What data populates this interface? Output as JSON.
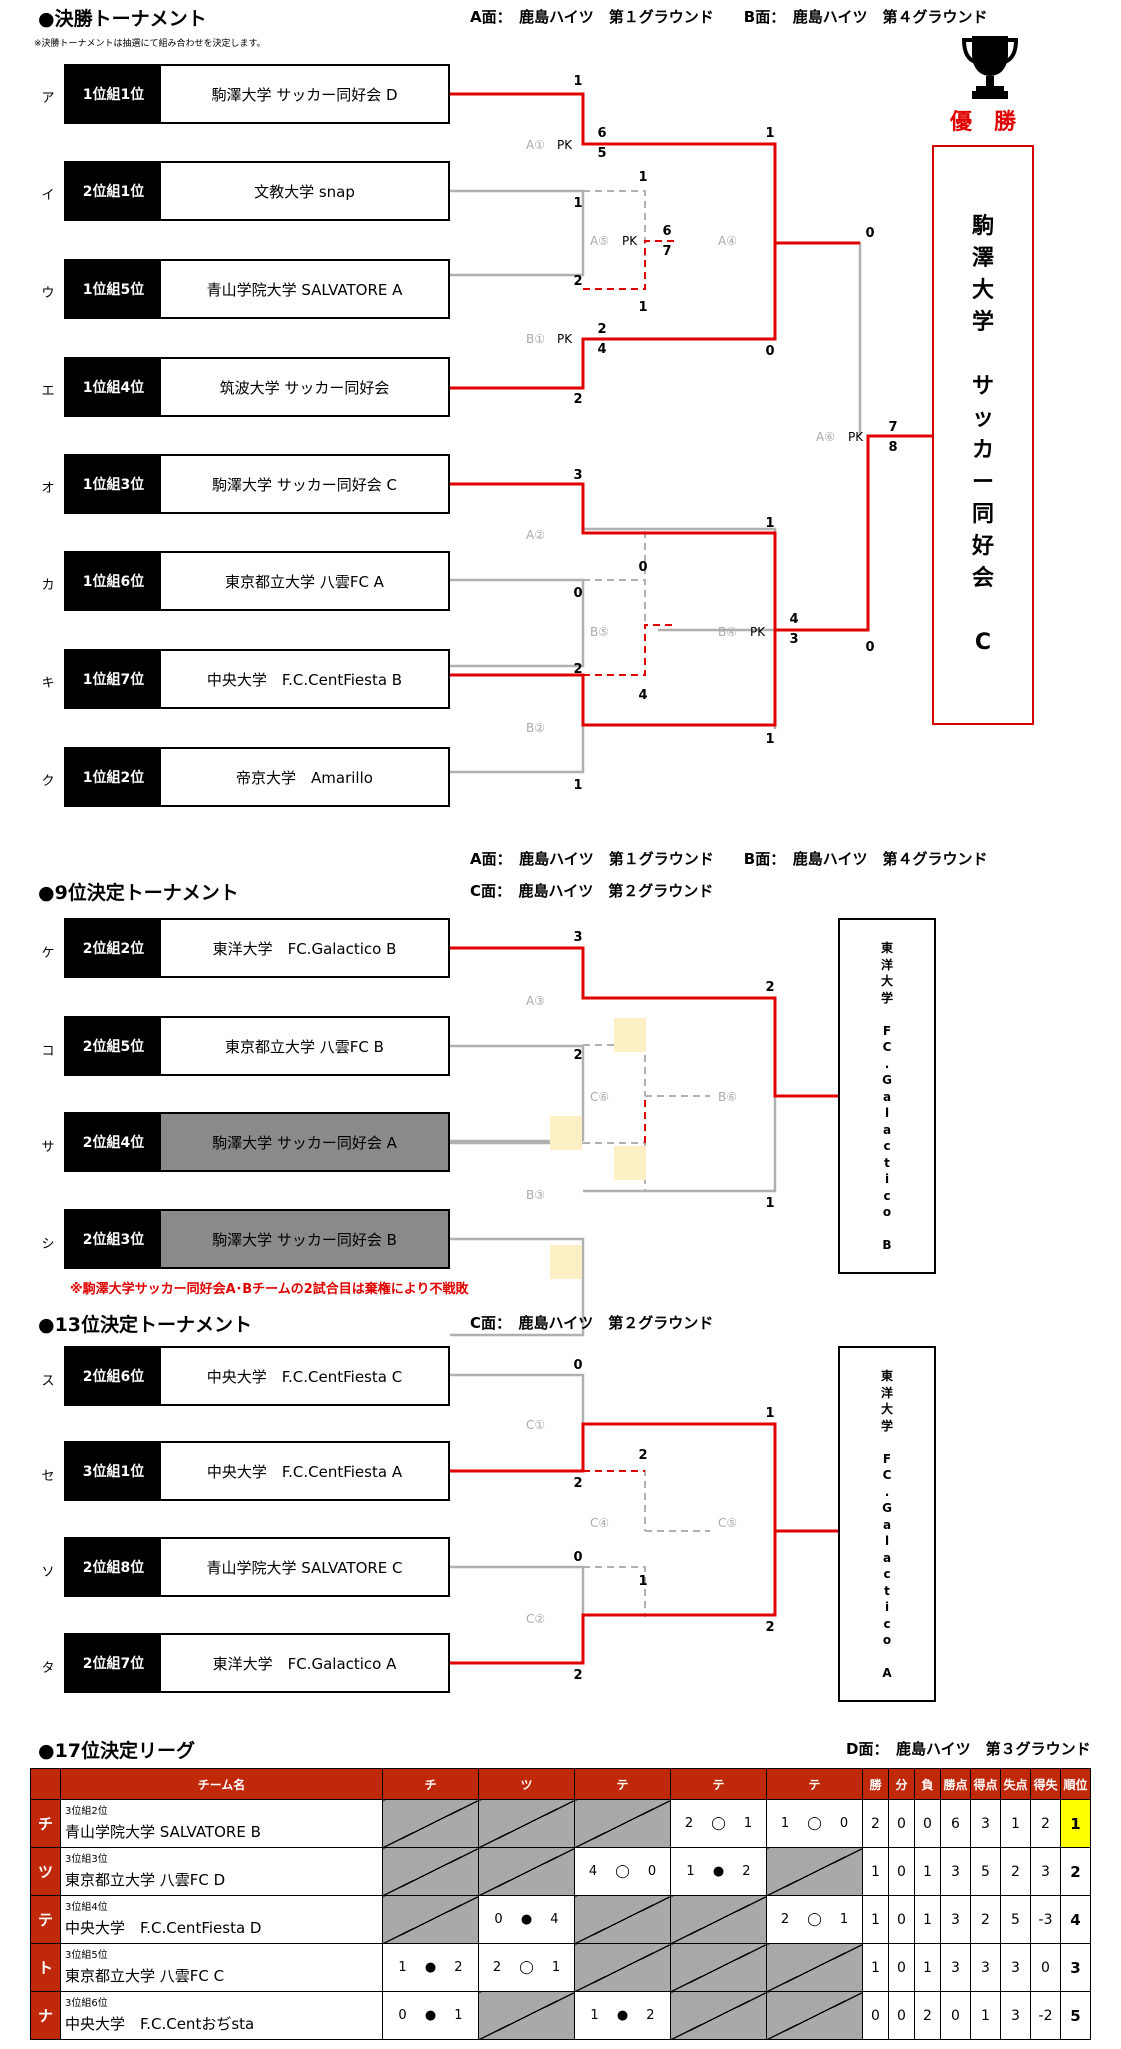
{
  "final": {
    "title": "●決勝トーナメント",
    "venue": "A面：　鹿島ハイツ　第１グラウンド　　B面：　鹿島ハイツ　第４グラウンド",
    "note": "※決勝トーナメントは抽選にて組み合わせを決定します。",
    "teams": [
      {
        "kana": "ア",
        "seed": "1位組1位",
        "name": "駒澤大学 サッカー同好会 D"
      },
      {
        "kana": "イ",
        "seed": "2位組1位",
        "name": "文教大学 snap"
      },
      {
        "kana": "ウ",
        "seed": "1位組5位",
        "name": "青山学院大学 SALVATORE A"
      },
      {
        "kana": "エ",
        "seed": "1位組4位",
        "name": "筑波大学 サッカー同好会"
      },
      {
        "kana": "オ",
        "seed": "1位組3位",
        "name": "駒澤大学 サッカー同好会 C"
      },
      {
        "kana": "カ",
        "seed": "1位組6位",
        "name": "東京都立大学 八雲FC A"
      },
      {
        "kana": "キ",
        "seed": "1位組7位",
        "name": "中央大学　F.C.CentFiesta B"
      },
      {
        "kana": "ク",
        "seed": "1位組2位",
        "name": "帝京大学　Amarillo"
      }
    ],
    "matches": {
      "a1": "A①",
      "a5": "A⑤",
      "a4": "A④",
      "b1": "B①",
      "a2": "A②",
      "b5": "B⑤",
      "b4": "B④",
      "b2": "B②",
      "a6": "A⑥",
      "pk": "PK"
    },
    "scores": {
      "s1": "1",
      "s2": "6",
      "s3": "5",
      "s4": "1",
      "s5": "1",
      "s6": "6",
      "s7": "7",
      "s8": "1",
      "s9": "2",
      "s10": "2",
      "s11": "4",
      "s12": "2",
      "s13": "1",
      "s14": "0",
      "s15": "0",
      "s16": "3",
      "s17": "0",
      "s18": "0",
      "s19": "2",
      "s20": "4",
      "s21": "1",
      "s22": "1",
      "s23": "1",
      "s24": "4",
      "s25": "3",
      "s26": "7",
      "s27": "8",
      "s28": "0"
    },
    "winner_label": "優　勝",
    "winner_chars": [
      "駒",
      "澤",
      "大",
      "学",
      "",
      "サ",
      "ッ",
      "カ",
      "ー",
      "同",
      "好",
      "会",
      "",
      "C"
    ]
  },
  "ninth": {
    "venue1": "A面：　鹿島ハイツ　第１グラウンド　　B面：　鹿島ハイツ　第４グラウンド",
    "venue2": "C面：　鹿島ハイツ　第２グラウンド",
    "title": "●9位決定トーナメント",
    "teams": [
      {
        "kana": "ケ",
        "seed": "2位組2位",
        "name": "東洋大学　FC.Galactico B"
      },
      {
        "kana": "コ",
        "seed": "2位組5位",
        "name": "東京都立大学 八雲FC B"
      },
      {
        "kana": "サ",
        "seed": "2位組4位",
        "name": "駒澤大学 サッカー同好会 A"
      },
      {
        "kana": "シ",
        "seed": "2位組3位",
        "name": "駒澤大学 サッカー同好会 B"
      }
    ],
    "matches": {
      "a3": "A③",
      "c6": "C⑥",
      "b6": "B⑥",
      "b3": "B③"
    },
    "scores": {
      "s1": "3",
      "s2": "2",
      "s3": "2",
      "s4": "1"
    },
    "note": "※駒澤大学サッカー同好会A･Bチームの2試合目は棄権により不戦敗",
    "result_chars": [
      "東",
      "洋",
      "大",
      "学",
      "",
      "F",
      "C",
      ".",
      "G",
      "a",
      "l",
      "a",
      "c",
      "t",
      "i",
      "c",
      "o",
      "",
      "B"
    ]
  },
  "thirteenth": {
    "title": "●13位決定トーナメント",
    "venue": "C面：　鹿島ハイツ　第２グラウンド",
    "teams": [
      {
        "kana": "ス",
        "seed": "2位組6位",
        "name": "中央大学　F.C.CentFiesta C"
      },
      {
        "kana": "セ",
        "seed": "3位組1位",
        "name": "中央大学　F.C.CentFiesta A"
      },
      {
        "kana": "ソ",
        "seed": "2位組8位",
        "name": "青山学院大学 SALVATORE C"
      },
      {
        "kana": "タ",
        "seed": "2位組7位",
        "name": "東洋大学　FC.Galactico A"
      }
    ],
    "matches": {
      "c1": "C①",
      "c4": "C④",
      "c5": "C⑤",
      "c2": "C②"
    },
    "scores": {
      "s1": "0",
      "s2": "2",
      "s3": "2",
      "s4": "1",
      "s5": "0",
      "s6": "1",
      "s7": "2",
      "s8": "2"
    },
    "result_chars": [
      "東",
      "洋",
      "大",
      "学",
      "",
      "F",
      "C",
      ".",
      "G",
      "a",
      "l",
      "a",
      "c",
      "t",
      "i",
      "c",
      "o",
      "",
      "A"
    ]
  },
  "league": {
    "title": "●17位決定リーグ",
    "venue": "D面：　鹿島ハイツ　第３グラウンド",
    "headers": [
      "チーム名",
      "チ",
      "ツ",
      "テ",
      "テ",
      "テ",
      "勝",
      "分",
      "負",
      "勝点",
      "得点",
      "失点",
      "得失",
      "順位"
    ],
    "rows": [
      {
        "lbl": "チ",
        "seed": "3位組2位",
        "name": "青山学院大学 SALVATORE B",
        "r": [
          "",
          "",
          "",
          "2 ◯ 1",
          "1 ◯ 0"
        ],
        "stats": [
          "2",
          "0",
          "0",
          "6",
          "3",
          "1",
          "2"
        ],
        "rank": "1"
      },
      {
        "lbl": "ツ",
        "seed": "3位組3位",
        "name": "東京都立大学 八雲FC D",
        "r": [
          "",
          "",
          "4 ◯ 0",
          "1 ● 2",
          ""
        ],
        "stats": [
          "1",
          "0",
          "1",
          "3",
          "5",
          "2",
          "3"
        ],
        "rank": "2"
      },
      {
        "lbl": "テ",
        "seed": "3位組4位",
        "name": "中央大学　F.C.CentFiesta D",
        "r": [
          "",
          "0 ● 4",
          "",
          "",
          "2 ◯ 1"
        ],
        "stats": [
          "1",
          "0",
          "1",
          "3",
          "2",
          "5",
          "-3"
        ],
        "rank": "4"
      },
      {
        "lbl": "ト",
        "seed": "3位組5位",
        "name": "東京都立大学 八雲FC C",
        "r": [
          "1 ● 2",
          "2 ◯ 1",
          "",
          "",
          ""
        ],
        "stats": [
          "1",
          "0",
          "1",
          "3",
          "3",
          "3",
          "0"
        ],
        "rank": "3"
      },
      {
        "lbl": "ナ",
        "seed": "3位組6位",
        "name": "中央大学　F.C.Centおぢsta",
        "r": [
          "0 ● 1",
          "",
          "1 ● 2",
          "",
          ""
        ],
        "stats": [
          "0",
          "0",
          "2",
          "0",
          "1",
          "3",
          "-2"
        ],
        "rank": "5"
      }
    ]
  }
}
